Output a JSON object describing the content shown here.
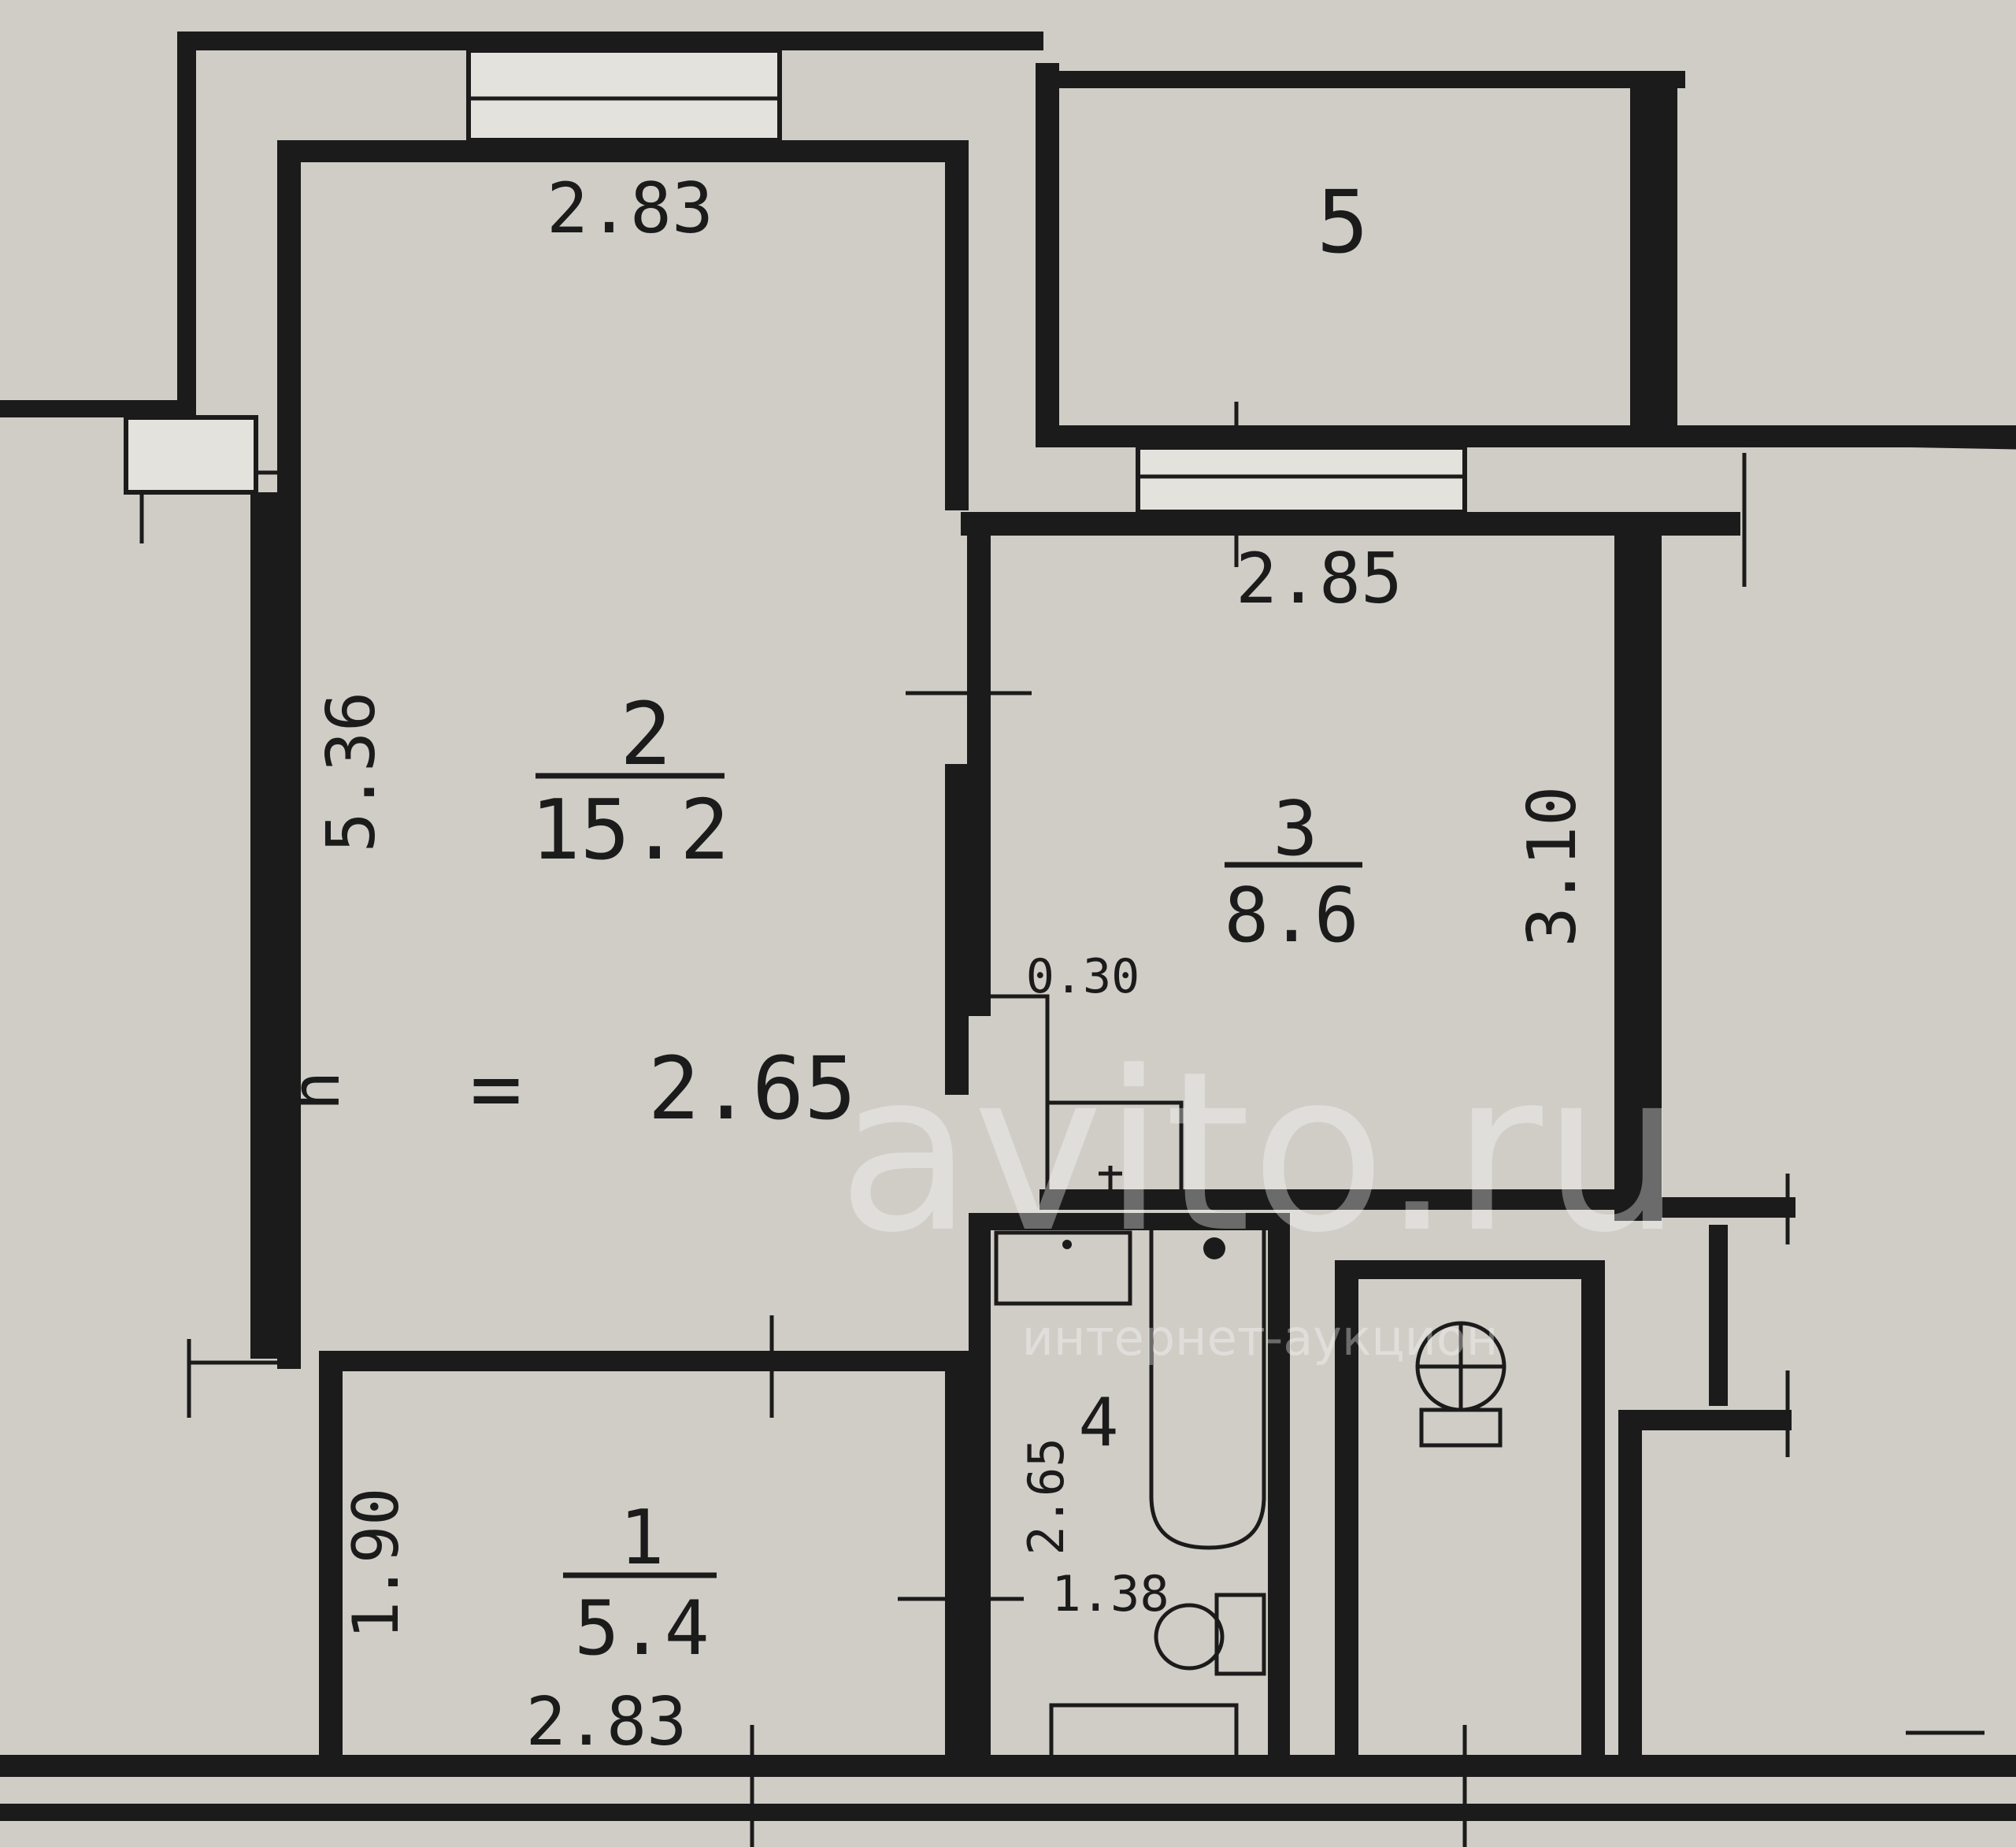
{
  "rooms": [
    {
      "number": "1",
      "area": "5.4"
    },
    {
      "number": "2",
      "area": "15.2"
    },
    {
      "number": "3",
      "area": "8.6"
    },
    {
      "number": "4",
      "area": ""
    },
    {
      "number": "5",
      "area": ""
    }
  ],
  "dimensions": {
    "room2_width": "2.83",
    "room2_length": "5.36",
    "room1_width": "2.83",
    "room1_length": "1.90",
    "room3_width": "2.85",
    "room3_length": "3.10",
    "room3_niche": "0.30",
    "room4_length": "2.65",
    "room4_width": "1.38"
  },
  "ceiling_height": {
    "symbol": "h",
    "operator": "=",
    "value": "2.65"
  },
  "watermark": {
    "main": "avito.ru",
    "sub": "интернет-аукцион"
  },
  "colors": {
    "paper": "#cfcdc6",
    "ink": "#1b1b1b"
  }
}
